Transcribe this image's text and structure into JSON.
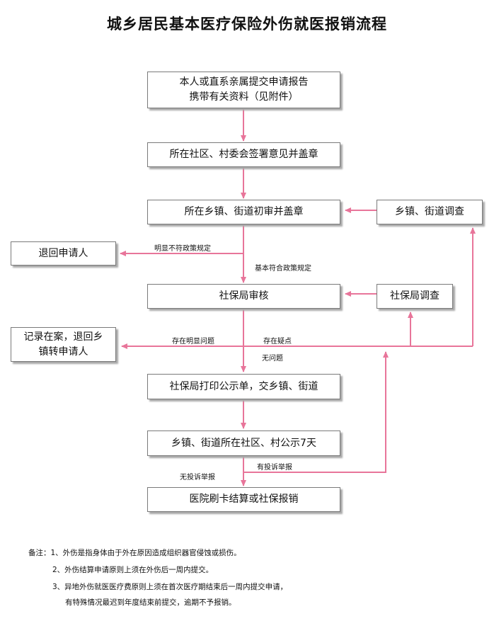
{
  "title": "城乡居民基本医疗保险外伤就医报销流程",
  "boxes": {
    "apply": {
      "line1": "本人或直系亲属提交申请报告",
      "line2": "携带有关资料（见附件）"
    },
    "community_sign": "所在社区、村委会签署意见并盖章",
    "town_review": "所在乡镇、街道初审并盖章",
    "town_investigate": "乡镇、街道调查",
    "return_applicant": "退回申请人",
    "social_review": "社保局审核",
    "social_investigate": "社保局调查",
    "record_return": {
      "line1": "记录在案，退回乡",
      "line2": "镇转申请人"
    },
    "print_notice": "社保局打印公示单，交乡镇、街道",
    "publicize": "乡镇、街道所在社区、村公示7天",
    "settle": "医院刷卡结算或社保报销"
  },
  "labels": {
    "not_comply": "明显不符政策规定",
    "basic_comply": "基本符合政策规定",
    "obvious_issue": "存在明显问题",
    "doubt": "存在疑点",
    "no_issue": "无问题",
    "complaint": "有投诉举报",
    "no_complaint": "无投诉举报"
  },
  "notes": {
    "prefix": "备注：",
    "n1": "1、外伤是指身体由于外在原因造成组织器官侵蚀或损伤。",
    "n2": "2、外伤结算申请原则上须在外伤后一周内提交。",
    "n3a": "3、异地外伤就医医疗费原则上须在首次医疗期结束后一周内提交申请，",
    "n3b": "有特殊情况最迟到年度结束前提交，逾期不予报销。"
  },
  "colors": {
    "arrow": "#e8759a",
    "border": "#7a7a7a",
    "shadow": "#a9a9a9"
  }
}
